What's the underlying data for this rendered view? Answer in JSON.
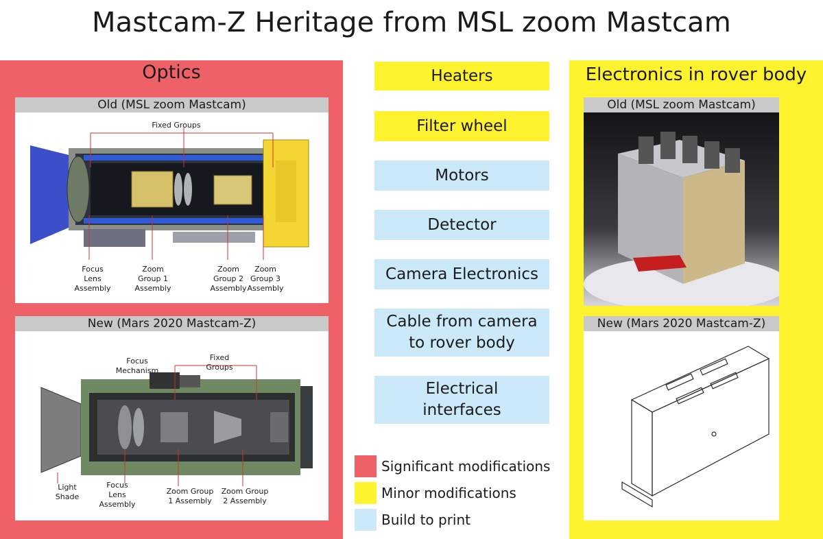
{
  "title": "Mastcam-Z Heritage from MSL zoom Mastcam",
  "optics": {
    "heading": "Optics",
    "old_label": "Old (MSL zoom Mastcam)",
    "new_label": "New (Mars 2020 Mastcam-Z)",
    "old_callouts": {
      "fixed_groups": "Fixed Groups",
      "focus_lens": [
        "Focus",
        "Lens",
        "Assembly"
      ],
      "zoom1": [
        "Zoom",
        "Group 1",
        "Assembly"
      ],
      "zoom2": [
        "Zoom",
        "Group 2",
        "Assembly"
      ],
      "zoom3": [
        "Zoom",
        "Group 3",
        "Assembly"
      ]
    },
    "new_callouts": {
      "focus_mech": [
        "Focus",
        "Mechanism"
      ],
      "fixed_groups": [
        "Fixed",
        "Groups"
      ],
      "light_shade": [
        "Light",
        "Shade"
      ],
      "focus_lens": [
        "Focus",
        "Lens",
        "Assembly"
      ],
      "zoom1": [
        "Zoom Group",
        "1 Assembly"
      ],
      "zoom2": [
        "Zoom Group",
        "2 Assembly"
      ]
    }
  },
  "subsystems": [
    {
      "label": "Heaters",
      "status": "minor"
    },
    {
      "label": "Filter wheel",
      "status": "minor"
    },
    {
      "label": "Motors",
      "status": "build"
    },
    {
      "label": "Detector",
      "status": "build"
    },
    {
      "label": "Camera Electronics",
      "status": "build"
    },
    {
      "label_lines": [
        "Cable from camera",
        "to rover body"
      ],
      "status": "build"
    },
    {
      "label_lines": [
        "Electrical",
        "interfaces"
      ],
      "status": "build"
    }
  ],
  "electronics": {
    "heading": "Electronics in rover body",
    "old_label": "Old (MSL zoom Mastcam)",
    "new_label": "New (Mars 2020 Mastcam-Z)"
  },
  "legend": [
    {
      "label": "Significant modifications",
      "color": "#ee6167"
    },
    {
      "label": "Minor modifications",
      "color": "#fff22e"
    },
    {
      "label": "Build to print",
      "color": "#cbe9f8"
    }
  ],
  "colors": {
    "significant": "#ee6167",
    "minor": "#fff22e",
    "build": "#cbe9f8"
  }
}
